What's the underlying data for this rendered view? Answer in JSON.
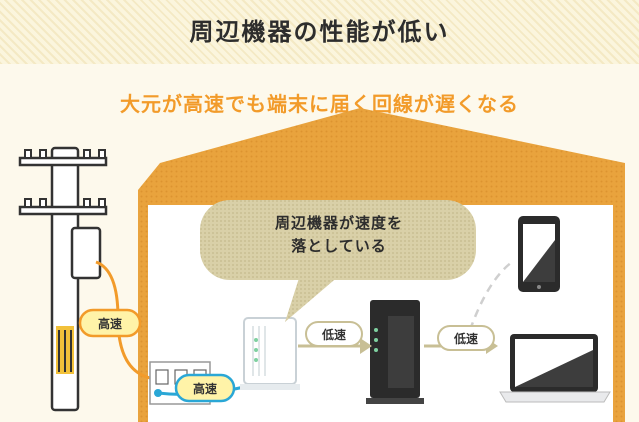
{
  "title": "周辺機器の性能が低い",
  "subtitle": "大元が高速でも端末に届く回線が遅くなる",
  "bubble": {
    "line1": "周辺機器が速度を",
    "line2": "落としている"
  },
  "labels": {
    "pole_to_outlet": "高速",
    "outlet_to_router": "高速",
    "router_to_device": "低速",
    "device_to_terminals": "低速"
  },
  "colors": {
    "accent_orange": "#f29b2a",
    "house_wall": "#e9a33d",
    "fast_link_blue": "#2aa7d6",
    "highlight_yellow": "#fff3a8"
  }
}
